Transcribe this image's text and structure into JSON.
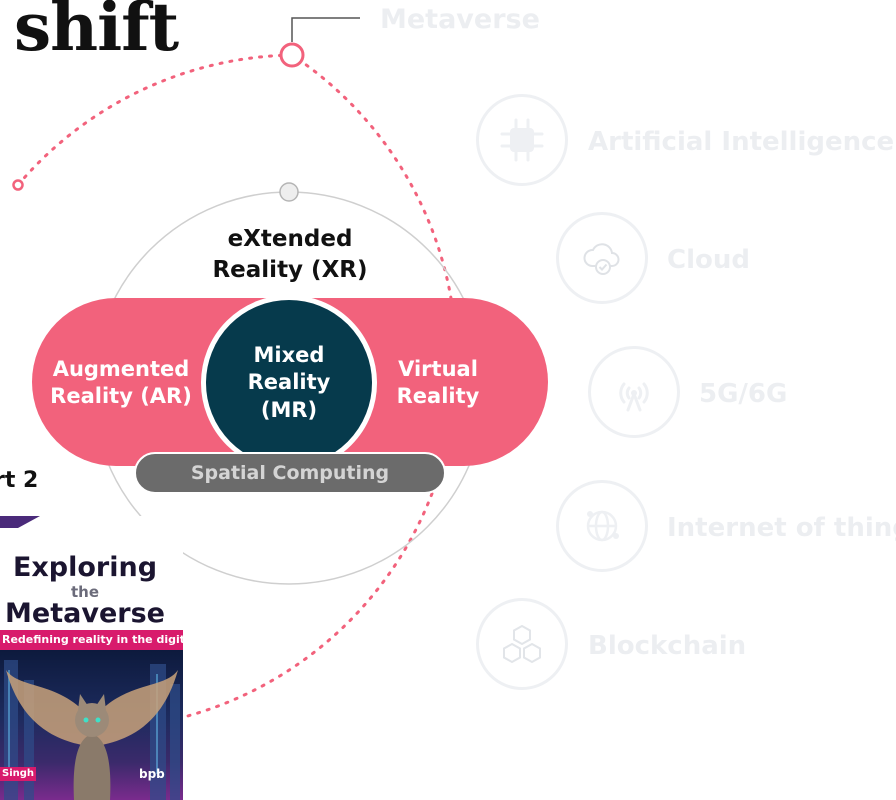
{
  "header": {
    "title_fragment": "shift"
  },
  "timeline": {
    "top_label": "Metaverse",
    "items": [
      {
        "label": "Artificial Intelligence",
        "icon": "ai-chip-icon"
      },
      {
        "label": "Cloud",
        "icon": "cloud-check-icon"
      },
      {
        "label": "5G/6G",
        "icon": "antenna-signal-icon"
      },
      {
        "label": "Internet of things",
        "icon": "iot-network-icon"
      },
      {
        "label": "Blockchain",
        "icon": "blockchain-cubes-icon"
      }
    ]
  },
  "xr_diagram": {
    "title_line1": "eXtended",
    "title_line2": "Reality (XR)",
    "left_line1": "Augmented",
    "left_line2": "Reality (AR)",
    "center_line1": "Mixed",
    "center_line2": "Reality",
    "center_line3": "(MR)",
    "right_line1": "Virtual",
    "right_line2": "Reality",
    "base_label": "Spatial Computing"
  },
  "side_section": {
    "label": "rt 2"
  },
  "book": {
    "title_line1": "Exploring",
    "title_line2": "the",
    "title_line3": "Metaverse",
    "subtitle": "Redefining reality in the digital age",
    "author_fragment": "Singh",
    "publisher": "bpb"
  },
  "colors": {
    "accent_pink": "#f2627c",
    "dark_teal": "#063a4c",
    "spatial_gray": "#6b6b6b",
    "faded_label": "#eceef1",
    "book_magenta": "#d81b6c"
  }
}
